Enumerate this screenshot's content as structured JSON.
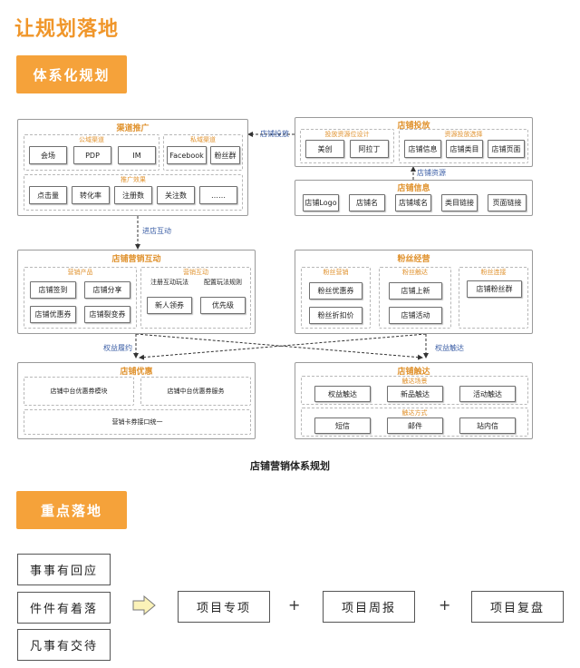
{
  "page": {
    "title": "让规划落地",
    "section1": "体系化规划",
    "section2": "重点落地",
    "caption": "店铺营销体系规划"
  },
  "diagram": {
    "channel": {
      "title": "渠道推广",
      "inner_group": {
        "title": "公域渠道",
        "items": [
          "会场",
          "PDP",
          "IM"
        ]
      },
      "outer_group": {
        "title": "私域渠道",
        "items": [
          "Facebook",
          "粉丝群"
        ]
      },
      "data_group": {
        "title": "推广效果",
        "items": [
          "点击量",
          "转化率",
          "注册数",
          "关注数",
          "……"
        ]
      }
    },
    "shop_entry": {
      "title": "店铺投放",
      "g1": {
        "title": "投放资源位设计",
        "items": [
          "美创",
          "阿拉丁"
        ]
      },
      "g2": {
        "title": "资源投放选择",
        "items": [
          "店铺信息",
          "店铺类目",
          "店铺页面"
        ]
      }
    },
    "shop_info": {
      "title": "店铺信息",
      "items": [
        "店铺Logo",
        "店铺名",
        "店铺域名",
        "类目链接",
        "页面链接"
      ]
    },
    "shop_interaction": {
      "title": "店铺营销互动",
      "g1": {
        "title": "营销产品",
        "items": [
          "店铺签到",
          "店铺分享",
          "店铺优惠券",
          "店铺裂变券"
        ]
      },
      "g2": {
        "title": "营销互动",
        "items": [
          "注册互动玩法",
          "配置玩法规则",
          "新人领券",
          "优先级"
        ]
      }
    },
    "fans": {
      "title": "粉丝经营",
      "g1": {
        "title": "粉丝营销",
        "items": [
          "粉丝优惠券",
          "粉丝折扣价"
        ]
      },
      "g2": {
        "title": "粉丝触达",
        "items": [
          "店铺上新",
          "店铺活动"
        ]
      },
      "g3": {
        "title": "粉丝连接",
        "items": [
          "店铺粉丝群"
        ]
      }
    },
    "shop_coupon": {
      "title": "店铺优惠",
      "items": [
        "店铺中台优惠券模块",
        "店铺中台优惠券服务",
        "营销卡券接口统一"
      ]
    },
    "shop_reach": {
      "title": "店铺触达",
      "g1": {
        "title": "触达场景",
        "items": [
          "权益触达",
          "新品触达",
          "活动触达"
        ]
      },
      "g2": {
        "title": "触达方式",
        "items": [
          "短信",
          "邮件",
          "站内信"
        ]
      }
    },
    "arrows": {
      "a1": "店铺投放",
      "a2": "店铺资源",
      "a3": "进店互动",
      "a4": "权益履约",
      "a5": "权益触达"
    }
  },
  "landing": {
    "left": [
      "事事有回应",
      "件件有着落",
      "凡事有交待"
    ],
    "right": [
      "项目专项",
      "项目周报",
      "项目复盘"
    ],
    "plus": "+"
  },
  "colors": {
    "accent": "#f5a23a",
    "title": "#f0962a",
    "label": "#3c5fa6"
  }
}
